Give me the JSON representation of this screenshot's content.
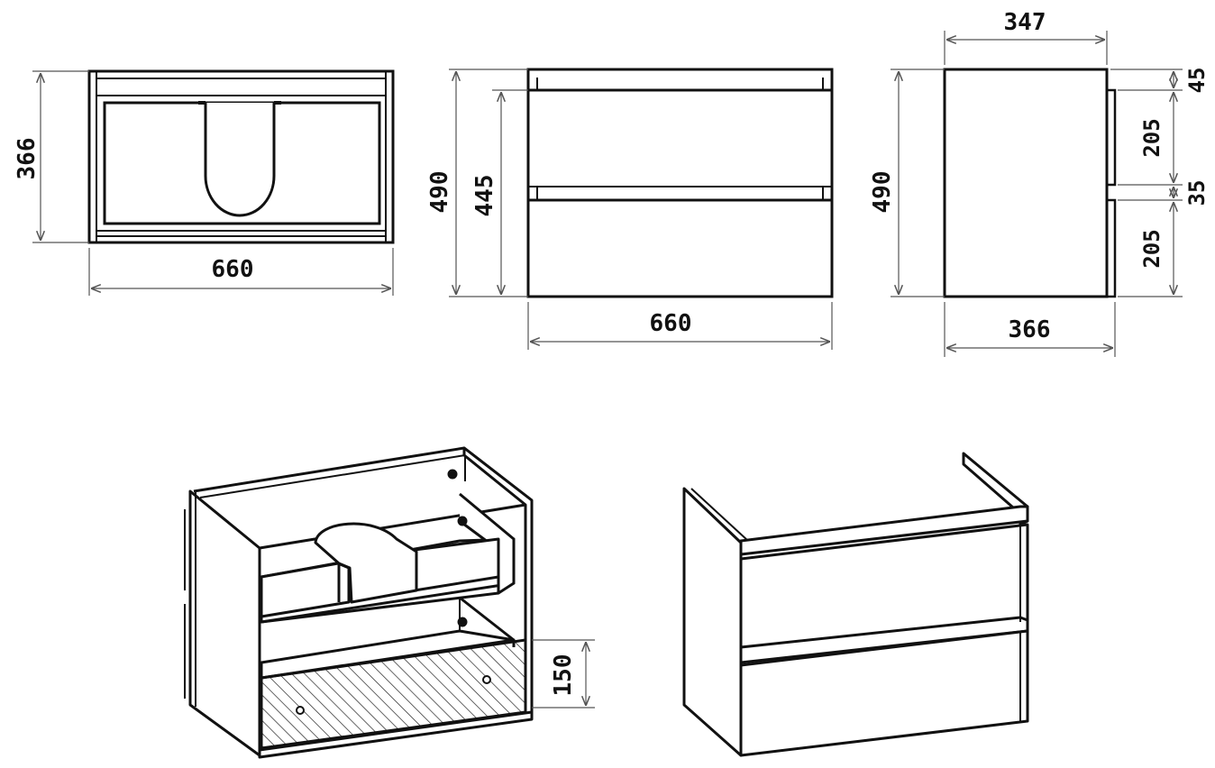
{
  "colors": {
    "ink": "#111111",
    "paper": "#ffffff",
    "dim": "#555555"
  },
  "top_view": {
    "depth": "366",
    "width": "660"
  },
  "front_view": {
    "height": "490",
    "inner_height": "445",
    "width": "660"
  },
  "side_view": {
    "top_depth": "347",
    "height": "490",
    "gap_top": "45",
    "drawer1": "205",
    "gap_mid": "35",
    "drawer2": "205",
    "bottom_depth": "366"
  },
  "iso_open": {
    "drawer_height": "150"
  }
}
